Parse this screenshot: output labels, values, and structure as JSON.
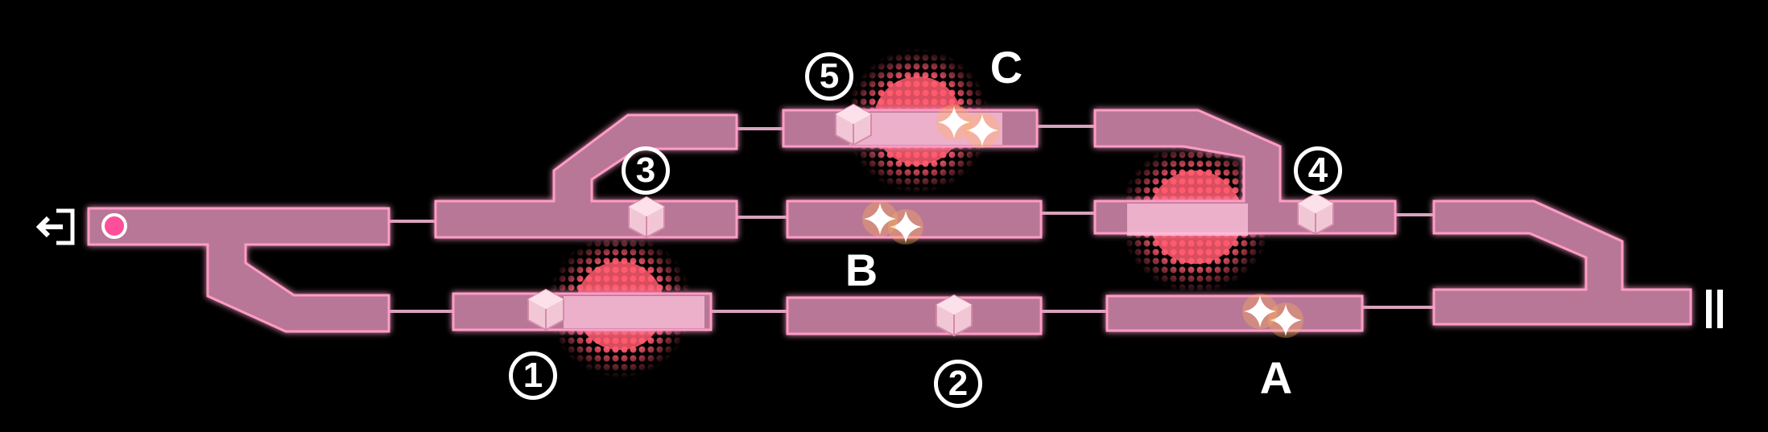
{
  "colors": {
    "background": "#000000",
    "track": "#b87796",
    "track_glow": "#ff9cc6",
    "hazard": "#ff5a6e",
    "player": "#ff4f9a",
    "connector": "#d9a3bf"
  },
  "icons": {
    "exit": "exit-door-icon",
    "pause": "pause-icon",
    "crate": "crate-icon",
    "sparkle": "sparkle-icon",
    "player": "player-marker-icon"
  },
  "markers": {
    "letters": [
      {
        "id": "A",
        "text": "A"
      },
      {
        "id": "B",
        "text": "B"
      },
      {
        "id": "C",
        "text": "C"
      }
    ],
    "numbers": [
      {
        "id": "1",
        "text": "1"
      },
      {
        "id": "2",
        "text": "2"
      },
      {
        "id": "3",
        "text": "3"
      },
      {
        "id": "4",
        "text": "4"
      },
      {
        "id": "5",
        "text": "5"
      }
    ]
  }
}
